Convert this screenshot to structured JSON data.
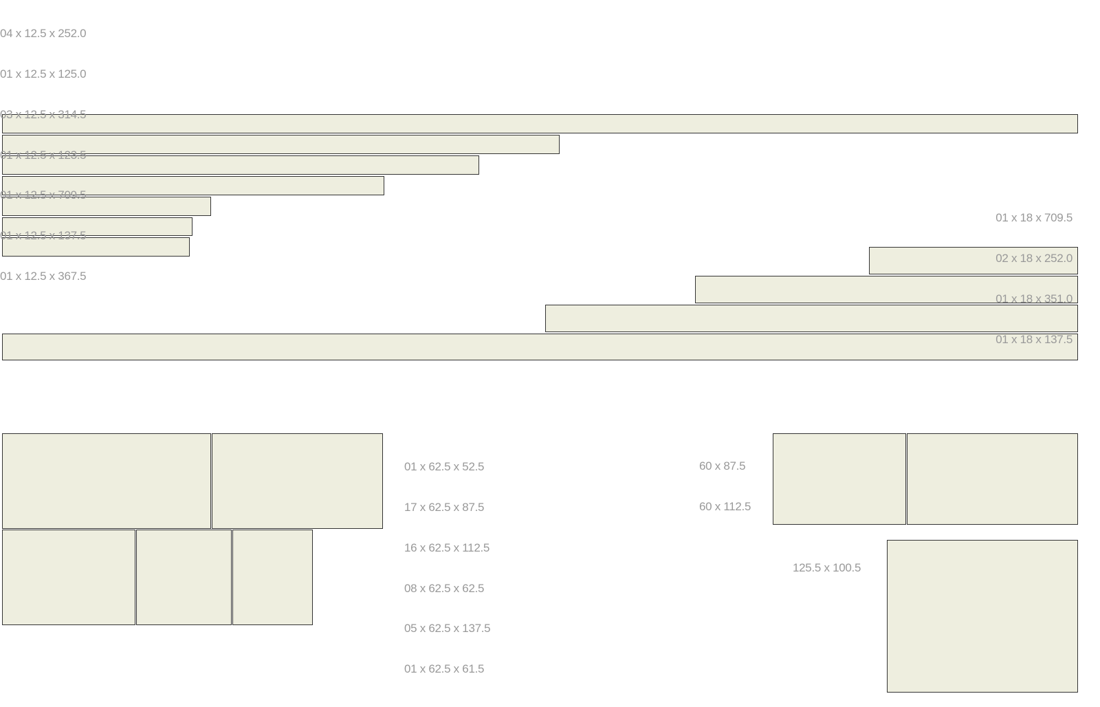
{
  "labels": {
    "strips_small": [
      "04 x 12.5 x 252.0",
      "01 x 12.5 x 125.0",
      "03 x 12.5 x 314.5",
      "01 x 12.5 x 123.5",
      "01 x 12.5 x 709.5",
      "01 x 12.5 x 137.5",
      "01 x 12.5 x 367.5"
    ],
    "strips_large": [
      "01 x 18 x 709.5",
      "02 x 18 x 252.0",
      "01 x 18 x 351.0",
      "01 x 18 x 137.5"
    ],
    "panels": [
      "01 x 62.5 x 52.5",
      "17 x 62.5 x 87.5",
      "16 x 62.5 x 112.5",
      "08 x 62.5 x 62.5",
      "05 x 62.5 x 137.5",
      "01 x 62.5 x 61.5"
    ],
    "sheets": [
      "60 x 87.5",
      "60 x 112.5"
    ],
    "board": "125.5 x 100.5"
  },
  "colors": {
    "fill": "#eeeedf",
    "stroke": "#333333",
    "text": "#999999"
  }
}
